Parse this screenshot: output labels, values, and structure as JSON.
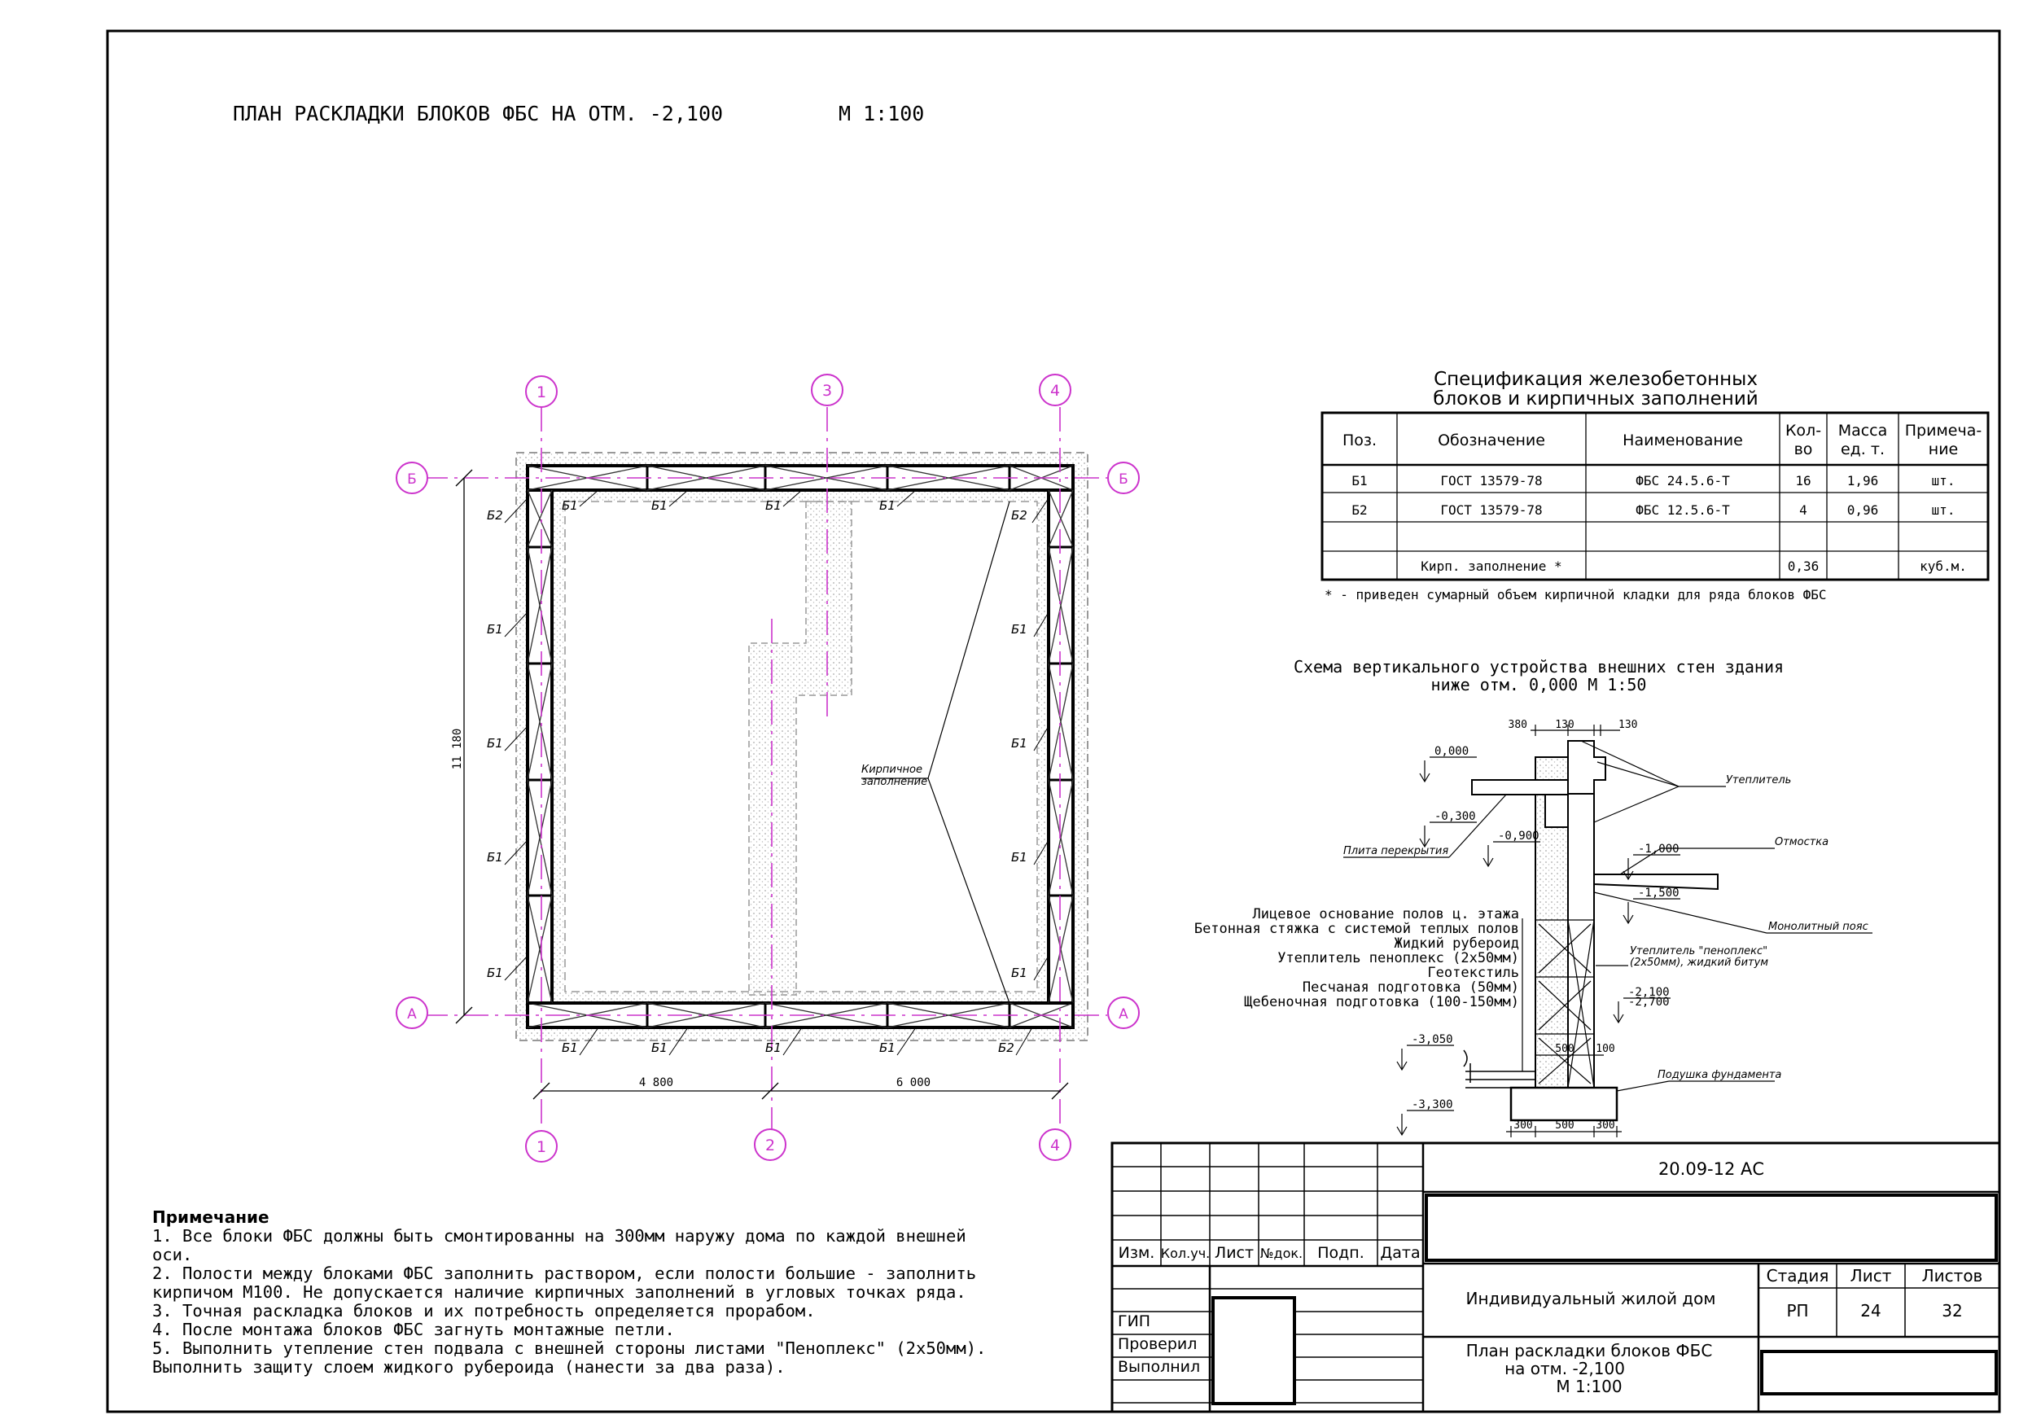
{
  "plan": {
    "title": "ПЛАН РАСКЛАДКИ БЛОКОВ ФБС НА ОТМ. -2,100",
    "scale": "М 1:100",
    "axes_top": [
      "1",
      "3",
      "4"
    ],
    "axes_bottom": [
      "1",
      "2",
      "4"
    ],
    "axes_rows": [
      "Б",
      "А"
    ],
    "dims_bottom": [
      "4 800",
      "6 000"
    ],
    "dim_left": "11 180",
    "block_b1": "Б1",
    "block_b2": "Б2",
    "brick_label_1": "Кирпичное",
    "brick_label_2": "заполнение"
  },
  "spec": {
    "title_1": "Спецификация  железобетонных",
    "title_2": "блоков и кирпичных заполнений",
    "headers": [
      "Поз.",
      "Обозначение",
      "Наименование",
      "Кол-",
      "во",
      "Масса",
      "ед. т.",
      "Примеча-",
      "ние"
    ],
    "rows": [
      [
        "Б1",
        "ГОСТ 13579-78",
        "ФБС 24.5.6-Т",
        "16",
        "1,96",
        "шт."
      ],
      [
        "Б2",
        "ГОСТ 13579-78",
        "ФБС 12.5.6-Т",
        "4",
        "0,96",
        "шт."
      ]
    ],
    "brick_row": [
      "Кирп. заполнение *",
      "0,36",
      "куб.м."
    ],
    "footnote": "* - приведен сумарный объем кирпичной кладки для ряда блоков ФБС"
  },
  "section": {
    "title_1": "Схема вертикального устройства внешних стен здания",
    "title_2": "ниже отм. 0,000    М 1:50",
    "dims_top": [
      "380",
      "130",
      "130"
    ],
    "levels": [
      "0,000",
      "-0,300",
      "-0,900",
      "-1,000",
      "-1,500",
      "-2,100",
      "-2,700",
      "-3,050",
      "-3,300"
    ],
    "dims_bottom": [
      "300",
      "500",
      "300"
    ],
    "dims_mid": [
      "500",
      "100"
    ],
    "callouts": [
      "Утеплитель",
      "Отмостка",
      "Монолитный пояс",
      "Утеплитель \"пеноплекс\"",
      "(2х50мм), жидкий битум",
      "Плита перекрытия",
      "Подушка фундамента"
    ],
    "layers": [
      "Лицевое основание полов ц. этажа",
      "Бетонная стяжка с системой теплых полов",
      "Жидкий рубероид",
      "Утеплитель пеноплекс (2х50мм)",
      "Геотекстиль",
      "Песчаная подготовка (50мм)",
      "Щебеночная подготовка (100-150мм)"
    ]
  },
  "notes": {
    "title": "Примечание",
    "items": [
      "1. Все блоки ФБС должны быть смонтированны на 300мм наружу дома по каждой внешней оси.",
      "2. Полости между блоками ФБС заполнить раствором, если полости большие - заполнить кирпичом М100. Не допускается наличие кирпичных заполнений в угловых точках ряда.",
      "3. Точная раскладка блоков и их потребность определяется прорабом.",
      "4. После монтажа блоков ФБС загнуть монтажные петли.",
      "5. Выполнить утепление стен подвала с внешней стороны листами \"Пеноплекс\" (2х50мм). Выполнить защиту слоем жидкого рубероида (нанести за два раза)."
    ]
  },
  "stamp": {
    "code": "20.09-12 АС",
    "col_headers": [
      "Изм.",
      "Кол.уч.",
      "Лист",
      "№док.",
      "Подп.",
      "Дата"
    ],
    "roles": [
      "ГИП",
      "Проверил",
      "Выполнил"
    ],
    "project": "Индивидуальный жилой дом",
    "stage_headers": [
      "Стадия",
      "Лист",
      "Листов"
    ],
    "stage_values": [
      "РП",
      "24",
      "32"
    ],
    "sheet_title_1": "План раскладки блоков ФБС",
    "sheet_title_2": "на отм. -2,100",
    "sheet_title_3": "М 1:100"
  },
  "colors": {
    "axis": "#cc33cc",
    "line": "#000000",
    "hatch": "#999999"
  }
}
